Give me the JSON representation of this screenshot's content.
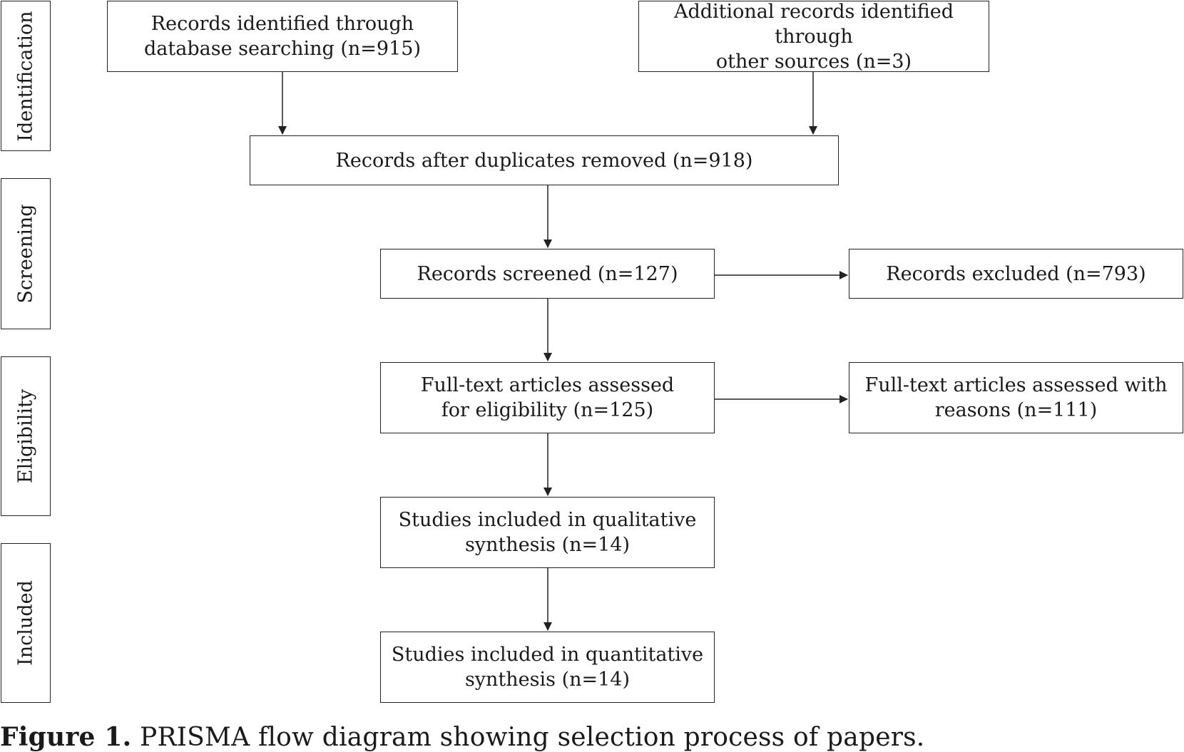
{
  "stages": {
    "identification": "Identification",
    "screening": "Screening",
    "eligibility": "Eligibility",
    "included": "Included"
  },
  "boxes": {
    "database": {
      "line1": "Records identified through",
      "line2": "database searching (n=915)"
    },
    "other": {
      "line1": "Additional records identified through",
      "line2": "other sources (n=3)"
    },
    "duplicates": {
      "line1": "Records after duplicates removed (n=918)"
    },
    "screened": {
      "line1": "Records screened (n=127)"
    },
    "excluded": {
      "line1": "Records excluded (n=793)"
    },
    "fulltext": {
      "line1": "Full-text articles assessed",
      "line2": "for eligibility (n=125)"
    },
    "fulltext_excluded": {
      "line1": "Full-text articles assessed with",
      "line2": "reasons (n=111)"
    },
    "qualitative": {
      "line1": "Studies included in qualitative",
      "line2": "synthesis (n=14)"
    },
    "quantitative": {
      "line1": "Studies included in quantitative",
      "line2": "synthesis (n=14)"
    }
  },
  "caption": {
    "label": "Figure 1.",
    "text": "PRISMA flow diagram showing selection process of papers."
  },
  "colors": {
    "line": "#222222",
    "text": "#1a1a1a",
    "background": "#ffffff"
  }
}
